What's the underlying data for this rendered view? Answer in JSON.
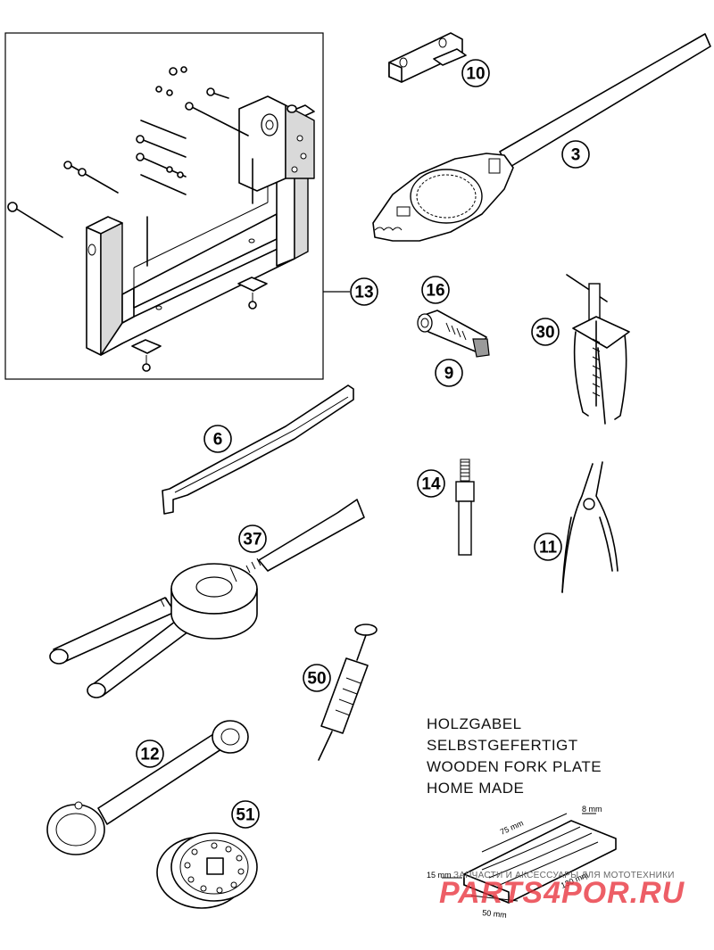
{
  "callouts": {
    "c10": "10",
    "c3": "3",
    "c13": "13",
    "c16": "16",
    "c9": "9",
    "c30": "30",
    "c6": "6",
    "c14": "14",
    "c11": "11",
    "c37": "37",
    "c50": "50",
    "c12": "12",
    "c51": "51"
  },
  "note": {
    "line1": "HOLZGABEL",
    "line2": "SELBSTGEFERTIGT",
    "line3": "WOODEN FORK PLATE",
    "line4": "HOME MADE"
  },
  "dimensions": {
    "d8": "8 mm",
    "d75": "75 mm",
    "d15": "15 mm",
    "d130": "130 mm",
    "d50": "50 mm"
  },
  "watermark": {
    "tagline": "ЗАПЧАСТИ И АКСЕССУАРЫ ДЛЯ МОТОТЕХНИКИ",
    "brand": "PARTS4POR.RU",
    "color": "#e8323c"
  }
}
